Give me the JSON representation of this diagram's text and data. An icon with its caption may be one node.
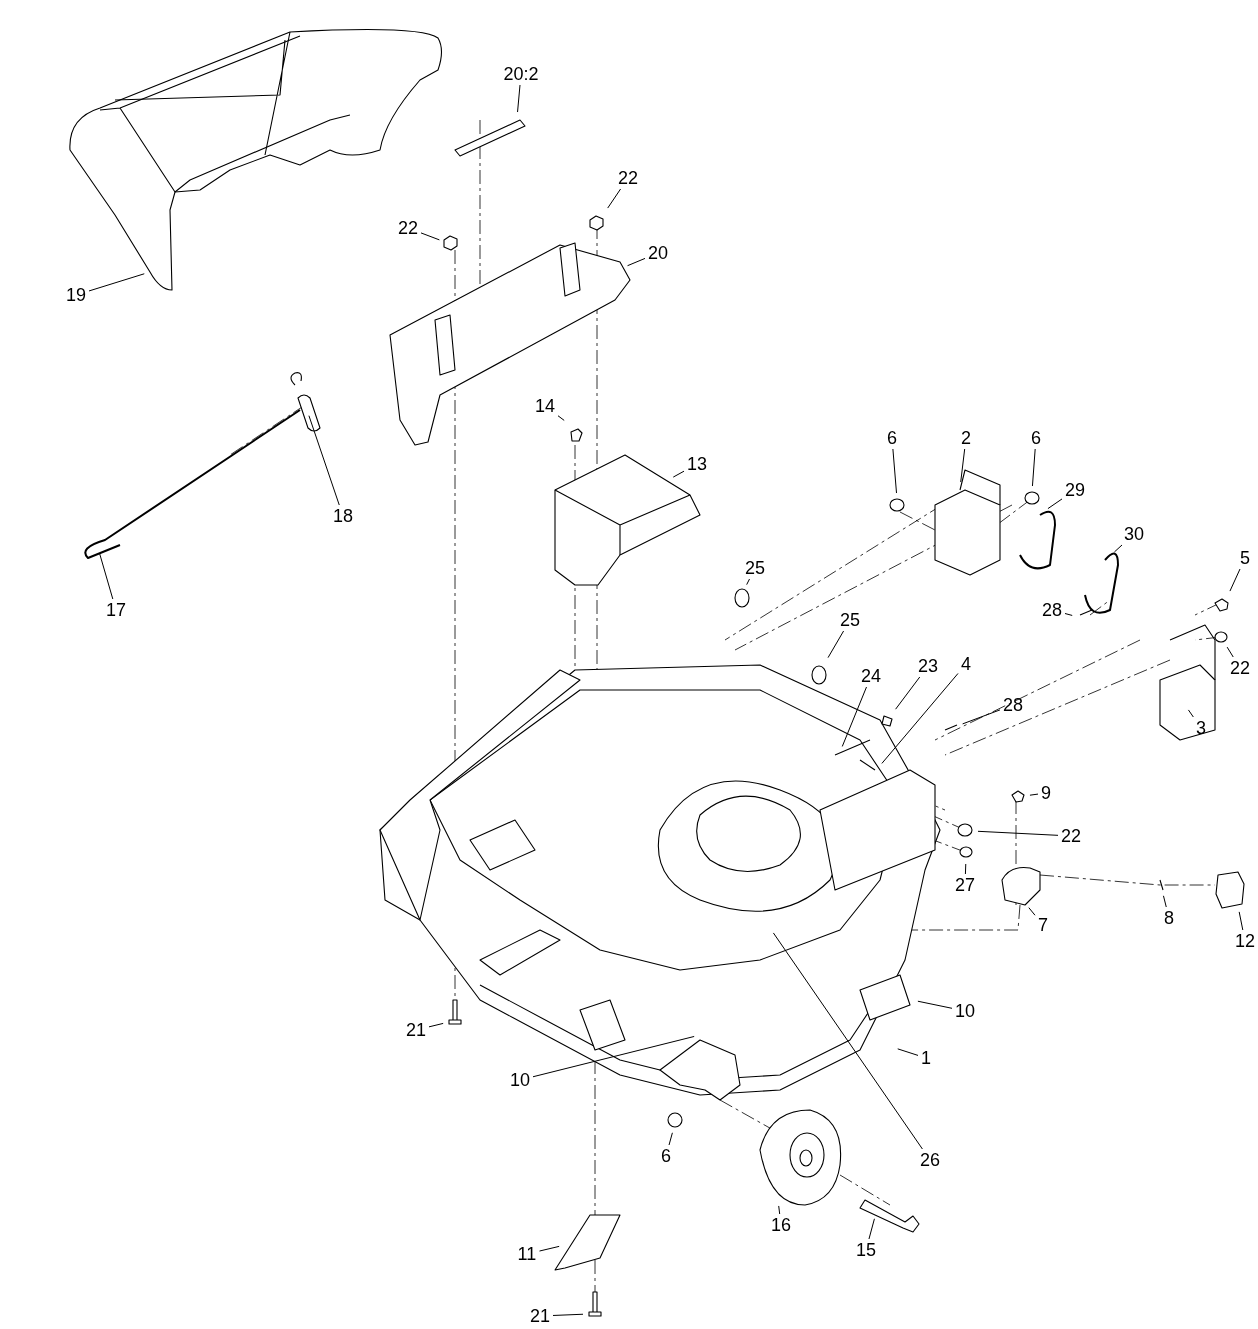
{
  "diagram": {
    "nodes": [
      {
        "text": [
          "20:2"
        ]
      },
      {
        "text": [
          "19"
        ]
      },
      {
        "text": [
          "22"
        ]
      },
      {
        "text": [
          "22"
        ]
      },
      {
        "text": [
          "20"
        ]
      },
      {
        "text": [
          "18"
        ]
      },
      {
        "text": [
          "17"
        ]
      },
      {
        "text": [
          "14"
        ]
      },
      {
        "text": [
          "13"
        ]
      },
      {
        "text": [
          "6"
        ]
      },
      {
        "text": [
          "2"
        ]
      },
      {
        "text": [
          "6"
        ]
      },
      {
        "text": [
          "29"
        ]
      },
      {
        "text": [
          "25"
        ]
      },
      {
        "text": [
          "30"
        ]
      },
      {
        "text": [
          "5"
        ]
      },
      {
        "text": [
          "25"
        ]
      },
      {
        "text": [
          "28"
        ]
      },
      {
        "text": [
          "24"
        ]
      },
      {
        "text": [
          "23"
        ]
      },
      {
        "text": [
          "4"
        ]
      },
      {
        "text": [
          "22"
        ]
      },
      {
        "text": [
          "28"
        ]
      },
      {
        "text": [
          "3"
        ]
      },
      {
        "text": [
          "9"
        ]
      },
      {
        "text": [
          "22"
        ]
      },
      {
        "text": [
          "27"
        ]
      },
      {
        "text": [
          "7"
        ]
      },
      {
        "text": [
          "8"
        ]
      },
      {
        "text": [
          "12"
        ]
      },
      {
        "text": [
          "10"
        ]
      },
      {
        "text": [
          "21"
        ]
      },
      {
        "text": [
          "1"
        ]
      },
      {
        "text": [
          "10"
        ]
      },
      {
        "text": [
          "6"
        ]
      },
      {
        "text": [
          "26"
        ]
      },
      {
        "text": [
          "16"
        ]
      },
      {
        "text": [
          "15"
        ]
      },
      {
        "text": [
          "11"
        ]
      },
      {
        "text": [
          "21"
        ]
      }
    ],
    "edges": [
      {
        "from": 0,
        "to": null,
        "arrow": "none"
      },
      {
        "from": 1,
        "to": null,
        "arrow": "none"
      },
      {
        "from": 2,
        "to": null,
        "arrow": "none"
      },
      {
        "from": 3,
        "to": null,
        "arrow": "none"
      },
      {
        "from": 4,
        "to": null,
        "arrow": "none"
      },
      {
        "from": 5,
        "to": null,
        "arrow": "none"
      },
      {
        "from": 6,
        "to": null,
        "arrow": "none"
      },
      {
        "from": 7,
        "to": null,
        "arrow": "none"
      },
      {
        "from": 8,
        "to": null,
        "arrow": "none"
      },
      {
        "from": 9,
        "to": null,
        "arrow": "none"
      },
      {
        "from": 10,
        "to": null,
        "arrow": "none"
      },
      {
        "from": 11,
        "to": null,
        "arrow": "none"
      },
      {
        "from": 12,
        "to": null,
        "arrow": "none"
      },
      {
        "from": 13,
        "to": null,
        "arrow": "none"
      },
      {
        "from": 14,
        "to": null,
        "arrow": "none"
      },
      {
        "from": 15,
        "to": null,
        "arrow": "none"
      },
      {
        "from": 16,
        "to": null,
        "arrow": "none"
      },
      {
        "from": 17,
        "to": null,
        "arrow": "none"
      },
      {
        "from": 18,
        "to": null,
        "arrow": "none"
      },
      {
        "from": 19,
        "to": null,
        "arrow": "none"
      },
      {
        "from": 20,
        "to": null,
        "arrow": "none"
      },
      {
        "from": 21,
        "to": null,
        "arrow": "none"
      },
      {
        "from": 22,
        "to": null,
        "arrow": "none"
      },
      {
        "from": 23,
        "to": null,
        "arrow": "none"
      },
      {
        "from": 24,
        "to": null,
        "arrow": "none"
      },
      {
        "from": 25,
        "to": null,
        "arrow": "none"
      },
      {
        "from": 26,
        "to": null,
        "arrow": "none"
      },
      {
        "from": 27,
        "to": null,
        "arrow": "none"
      },
      {
        "from": 28,
        "to": null,
        "arrow": "none"
      },
      {
        "from": 29,
        "to": null,
        "arrow": "none"
      },
      {
        "from": 30,
        "to": null,
        "arrow": "none"
      },
      {
        "from": 31,
        "to": null,
        "arrow": "none"
      },
      {
        "from": 32,
        "to": null,
        "arrow": "none"
      },
      {
        "from": 33,
        "to": null,
        "arrow": "none"
      },
      {
        "from": 34,
        "to": null,
        "arrow": "none"
      },
      {
        "from": 35,
        "to": null,
        "arrow": "none"
      },
      {
        "from": 36,
        "to": null,
        "arrow": "none"
      },
      {
        "from": 37,
        "to": null,
        "arrow": "none"
      },
      {
        "from": 38,
        "to": null,
        "arrow": "none"
      },
      {
        "from": 39,
        "to": null,
        "arrow": "none"
      }
    ]
  }
}
